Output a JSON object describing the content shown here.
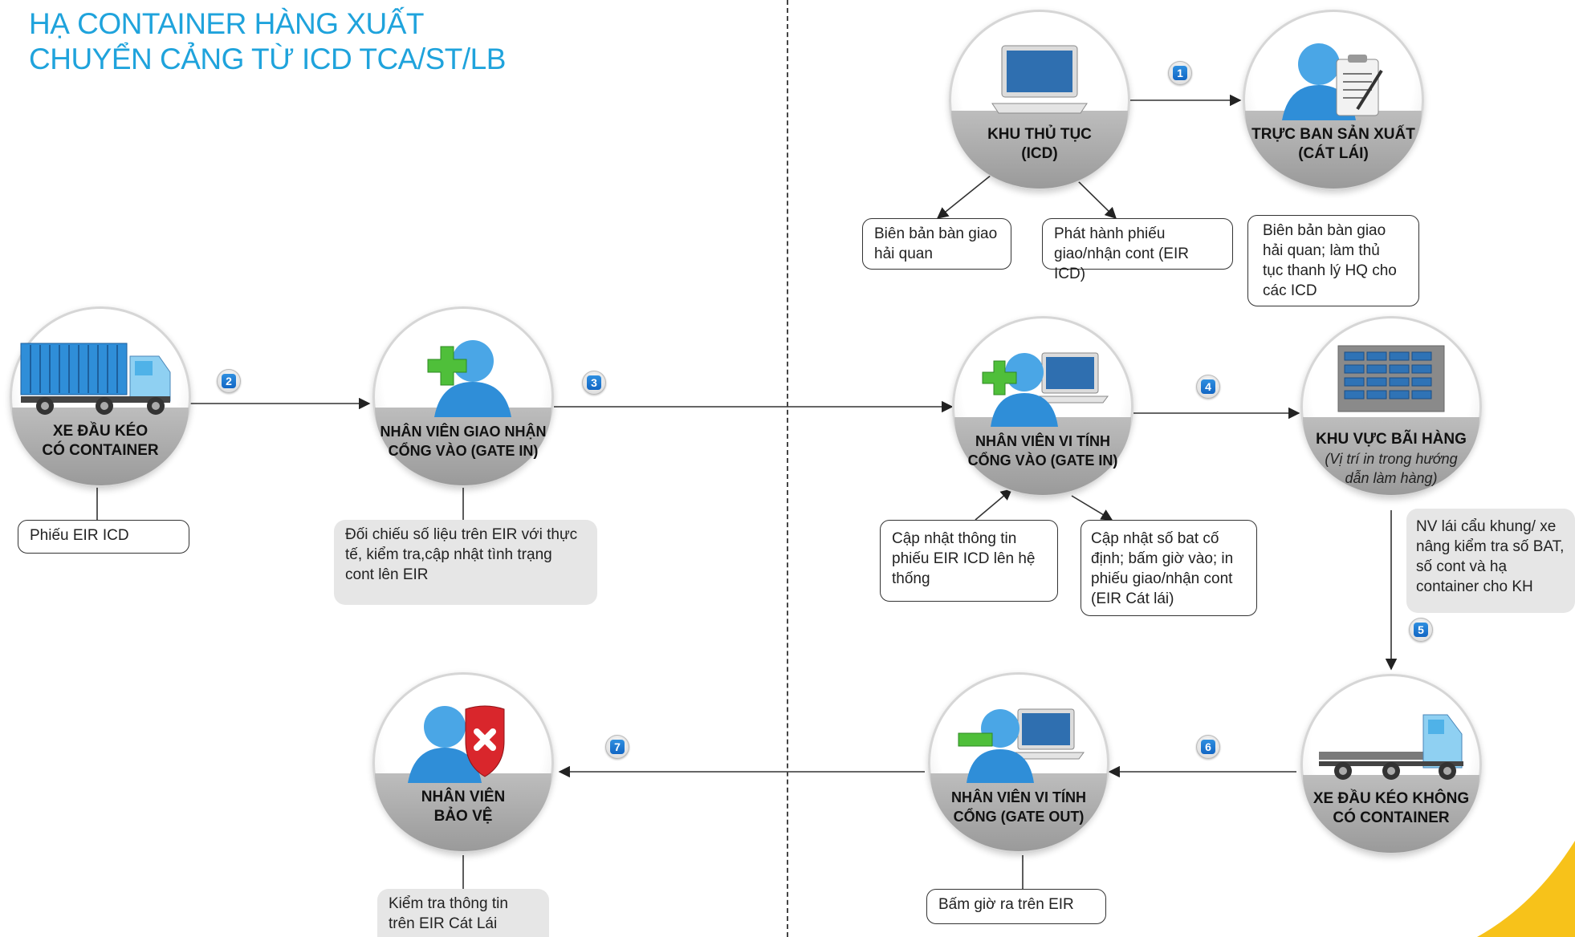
{
  "title": {
    "line1": "HẠ CONTAINER HÀNG XUẤT",
    "line2": "CHUYỂN CẢNG TỪ ICD TCA/ST/LB"
  },
  "colors": {
    "title": "#1fa3dc",
    "badge": "#1b74d1",
    "accent_corner": "#f7c21a",
    "shade": "#a9a9a9"
  },
  "nodes": {
    "truck_loaded": {
      "icon": "container-truck-icon",
      "line1": "XE ĐẦU KÉO",
      "line2": "CÓ CONTAINER"
    },
    "gate_in_staff": {
      "icon": "user-plus-icon",
      "line1": "NHÂN VIÊN GIAO NHẬN",
      "line2": "CỔNG VÀO (GATE IN)"
    },
    "procedure_area": {
      "icon": "laptop-icon",
      "line1": "KHU THỦ TỤC",
      "line2": "(ICD)"
    },
    "production_duty": {
      "icon": "user-clipboard-icon",
      "line1": "TRỰC BAN SẢN XUẤT",
      "line2": "(CÁT LÁI)"
    },
    "gate_in_computer": {
      "icon": "user-plus-laptop-icon",
      "line1": "NHÂN VIÊN VI TÍNH",
      "line2": "CỔNG VÀO (GATE IN)"
    },
    "yard_area": {
      "icon": "container-yard-icon",
      "line1": "KHU VỰC BÃI HÀNG",
      "sub1": "(Vị trí in trong hướng",
      "sub2": "dẫn làm hàng)"
    },
    "truck_empty": {
      "icon": "empty-truck-icon",
      "line1": "XE ĐẦU KÉO KHÔNG",
      "line2": "CÓ CONTAINER"
    },
    "gate_out_computer": {
      "icon": "user-minus-laptop-icon",
      "line1": "NHÂN VIÊN VI TÍNH",
      "line2": "CỔNG (GATE OUT)"
    },
    "security_staff": {
      "icon": "user-shield-icon",
      "line1": "NHÂN VIÊN",
      "line2": "BẢO VỆ"
    }
  },
  "notes": {
    "eir_icd": [
      "Phiếu EIR ICD"
    ],
    "gate_in_check": [
      "Đối chiếu số liệu trên EIR với thực",
      "tế, kiểm tra,cập nhật tình trạng",
      "cont lên EIR"
    ],
    "customs_handover": [
      "Biên bản bàn giao",
      "hải quan"
    ],
    "issue_eir": [
      "Phát hành phiếu",
      "giao/nhận cont (EIR ICD)"
    ],
    "customs_liquidation": [
      "Biên bản bàn giao",
      "hải quan; làm thủ",
      "tục thanh lý HQ cho",
      "các ICD"
    ],
    "update_eir_system": [
      "Cập nhật thông tin",
      "phiếu EIR ICD lên hệ",
      "thống"
    ],
    "update_bat": [
      "Cập nhật số bat cố",
      "định; bấm giờ vào; in",
      "phiếu giao/nhận cont",
      "(EIR Cát lái)"
    ],
    "crane_driver": [
      "NV lái cẩu khung/ xe",
      "nâng kiểm tra số BAT,",
      " số cont và hạ",
      "container cho KH"
    ],
    "exit_time": [
      "Bấm giờ ra trên EIR"
    ],
    "security_check": [
      "Kiểm tra thông tin",
      "trên EIR Cát Lái"
    ]
  },
  "steps": [
    "1",
    "2",
    "3",
    "4",
    "5",
    "6",
    "7"
  ]
}
